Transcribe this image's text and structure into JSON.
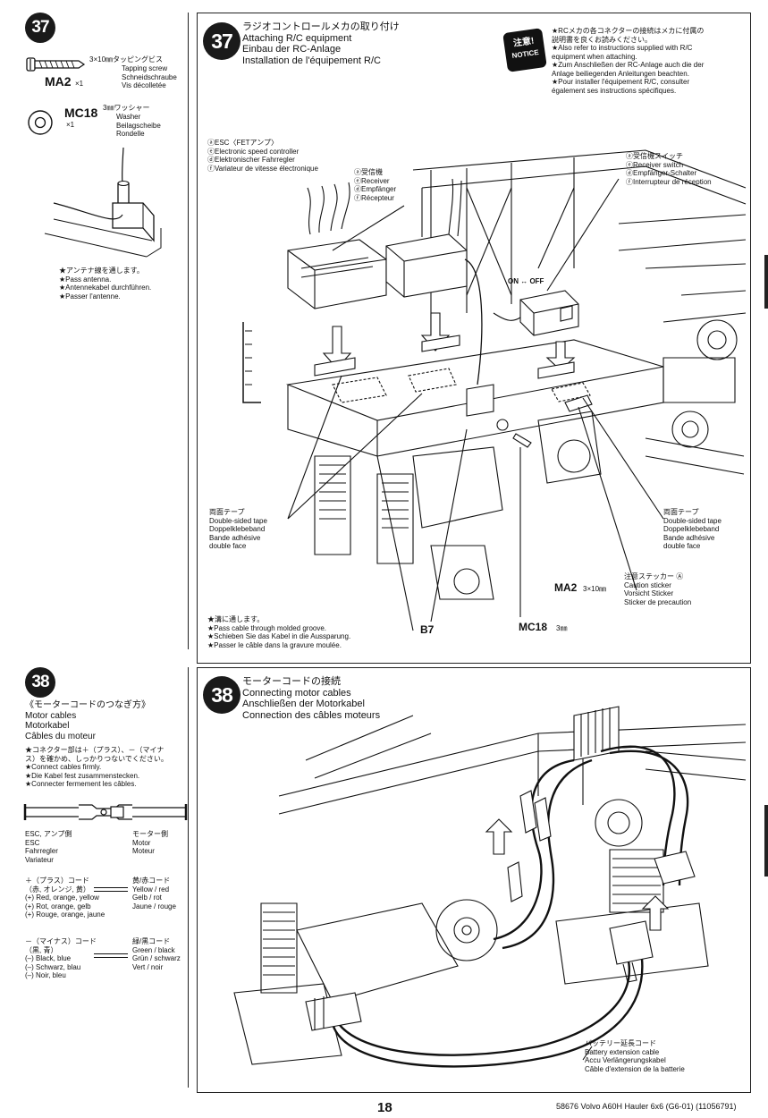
{
  "steps": {
    "s37": {
      "side_number": "37",
      "parts": {
        "ma2": {
          "code": "MA2",
          "qty": "×1",
          "size": "3×10㎜タッピングビス",
          "names": [
            "Tapping screw",
            "Schneidschraube",
            "Vis décolletée"
          ]
        },
        "mc18": {
          "code": "MC18",
          "qty": "×1",
          "size": "3㎜ワッシャー",
          "names": [
            "Washer",
            "Beilagscheibe",
            "Rondelle"
          ]
        }
      },
      "antenna_note": [
        "★アンテナ線を通します。",
        "★Pass antenna.",
        "★Antennekabel durchführen.",
        "★Passer l'antenne."
      ],
      "main": {
        "number": "37",
        "title": [
          "ラジオコントロールメカの取り付け",
          "Attaching R/C equipment",
          "Einbau der RC-Anlage",
          "Installation de l'équipement R/C"
        ],
        "notice_badge": [
          "注意!",
          "NOTICE"
        ],
        "notice_text": [
          "★RCメカの各コネクターの接続はメカに付属の",
          "説明書を良くお読みください。",
          "★Also refer to instructions supplied with R/C",
          "equipment when attaching.",
          "★Zum Anschließen der RC-Anlage auch die der",
          "Anlage beiliegenden Anleitungen beachten.",
          "★Pour installer l'équipement R/C, consulter",
          "également ses instructions spécifiques."
        ],
        "esc": [
          "ⓐESC〈FETアンプ〉",
          "ⓔElectronic speed controller",
          "ⓓElektronischer Fahrregler",
          "ⓕVariateur de vitesse électronique"
        ],
        "receiver": [
          "ⓐ受信機",
          "ⓔReceiver",
          "ⓓEmpfänger",
          "ⓕRécepteur"
        ],
        "switch": [
          "ⓐ受信機スイッチ",
          "ⓔReceiver switch",
          "ⓓEmpfänger-Schalter",
          "ⓕInterrupteur de réception"
        ],
        "switch_onoff": "ON ↔ OFF",
        "tape_left": [
          "両面テープ",
          "Double-sided tape",
          "Doppelklebeband",
          "Bande adhésive",
          "double face"
        ],
        "tape_right": [
          "両面テープ",
          "Double-sided tape",
          "Doppelklebeband",
          "Bande adhésive",
          "double face"
        ],
        "caution_sticker": [
          "注意ステッカー Ⓐ",
          "Caution sticker",
          "Vorsicht Sticker",
          "Sticker de precaution"
        ],
        "ma2_callout": "MA2",
        "ma2_size": "3×10㎜",
        "mc18_callout": "MC18",
        "mc18_size": "3㎜",
        "b7_callout": "B7",
        "groove_note": [
          "★溝に通します。",
          "★Pass cable through molded groove.",
          "★Schieben Sie das Kabel in die Aussparung.",
          "★Passer le câble dans la gravure moulée."
        ]
      }
    },
    "s38": {
      "side_number": "38",
      "side_title": [
        "《モーターコードのつなぎ方》",
        "Motor cables",
        "Motorkabel",
        "Câbles du moteur"
      ],
      "side_notes": [
        "★コネクター部は＋（プラス）、－（マイナ",
        "ス）を確かめ、しっかりつないでください。",
        "★Connect cables firmly.",
        "★Die Kabel fest zusammenstecken.",
        "★Connecter fermement les câbles."
      ],
      "esc_side": [
        "ESC, アンプ側",
        "ESC",
        "Fahrregler",
        "Variateur"
      ],
      "motor_side": [
        "モーター側",
        "Motor",
        "Moteur"
      ],
      "plus_left": [
        "＋（プラス）コード",
        "（赤, オレンジ, 黄）",
        "(+) Red, orange, yellow",
        "(+) Rot, orange, gelb",
        "(+) Rouge, orange, jaune"
      ],
      "plus_right": [
        "黄/赤コード",
        "Yellow / red",
        "Gelb / rot",
        "Jaune / rouge"
      ],
      "minus_left": [
        "－（マイナス）コード",
        "（黒, 青）",
        "(–) Black, blue",
        "(–) Schwarz, blau",
        "(–) Noir, bleu"
      ],
      "minus_right": [
        "緑/黒コード",
        "Green / black",
        "Grün / schwarz",
        "Vert / noir"
      ],
      "main": {
        "number": "38",
        "title": [
          "モーターコードの接続",
          "Connecting motor cables",
          "Anschließen der Motorkabel",
          "Connection des câbles moteurs"
        ],
        "battery_ext": [
          "バッテリー延長コード",
          "Battery extension cable",
          "Accu Verlängerungskabel",
          "Câble d'extension de la batterie"
        ]
      }
    }
  },
  "footer": {
    "page_number": "18",
    "model_code": "58676 Volvo A60H Hauler 6x6 (G6-01) (11056791)"
  },
  "colors": {
    "ink": "#111111",
    "paper": "#ffffff",
    "badge": "#1a1a1a"
  }
}
